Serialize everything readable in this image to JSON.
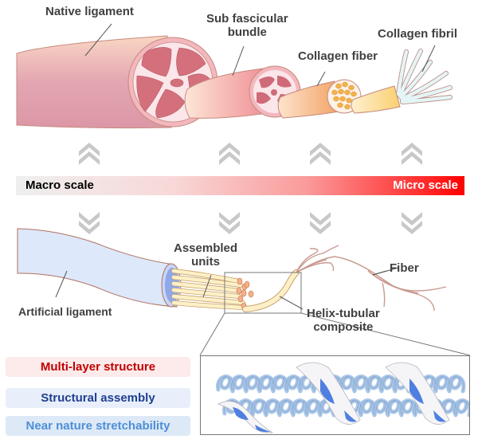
{
  "native": {
    "labels": {
      "native_ligament": "Native ligament",
      "sub_fascicular_bundle_line1": "Sub fascicular",
      "sub_fascicular_bundle_line2": "bundle",
      "collagen_fiber": "Collagen fiber",
      "collagen_fibril": "Collagen fibril"
    }
  },
  "scale": {
    "left_label": "Macro scale",
    "right_label": "Micro scale",
    "colors": {
      "start": "#efefef",
      "end": "#ff0000"
    },
    "arrow_columns": 4
  },
  "artificial": {
    "labels": {
      "artificial_ligament": "Artificial ligament",
      "assembled_units_line1": "Assembled",
      "assembled_units_line2": "units",
      "fiber": "Fiber",
      "helix_tubular_line1": "Helix-tubular",
      "helix_tubular_line2": "composite"
    }
  },
  "features": [
    {
      "label": "Multi-layer structure",
      "text_color": "#c00000",
      "bg_color": "#fdeaea"
    },
    {
      "label": "Structural assembly",
      "text_color": "#1f3f8f",
      "bg_color": "#e8effb"
    },
    {
      "label": "Near nature stretchability",
      "text_color": "#4d8fd6",
      "bg_color": "#dde9f7"
    }
  ],
  "colors": {
    "tissue_pink": "#e8a8b0",
    "fascicle_red": "#d4707c",
    "artificial_blue": "#dde8fb",
    "helix_blue": "#4f7fe0",
    "knit_blue": "#a9c6e8",
    "chevron_gray": "#c8c8c8"
  }
}
